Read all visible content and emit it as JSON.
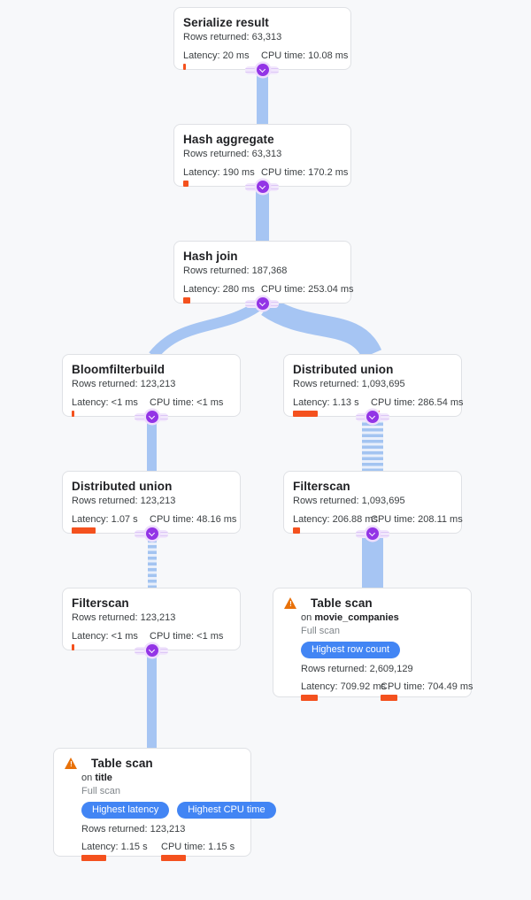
{
  "colors": {
    "background": "#f7f8fa",
    "edge_blue": "#a6c5f3",
    "node_purple": "#9334e6",
    "metric_bar_orange": "#f4511e",
    "badge_blue": "#4285f4",
    "warning_orange": "#e8710a"
  },
  "nodes": {
    "serialize": {
      "title": "Serialize result",
      "rows": "Rows returned: 63,313",
      "latency": "Latency: 20 ms",
      "cpu": "CPU time: 10.08 ms",
      "latency_bar": 3,
      "cpu_bar": 3
    },
    "hash_aggregate": {
      "title": "Hash aggregate",
      "rows": "Rows returned: 63,313",
      "latency": "Latency: 190 ms",
      "cpu": "CPU time: 170.2 ms",
      "latency_bar": 6,
      "cpu_bar": 6
    },
    "hash_join": {
      "title": "Hash join",
      "rows": "Rows returned: 187,368",
      "latency": "Latency: 280 ms",
      "cpu": "CPU time: 253.04 ms",
      "latency_bar": 8,
      "cpu_bar": 8
    },
    "bloomfilterbuild": {
      "title": "Bloomfilterbuild",
      "rows": "Rows returned: 123,213",
      "latency": "Latency: <1 ms",
      "cpu": "CPU time: <1 ms",
      "latency_bar": 3,
      "cpu_bar": 3
    },
    "dist_union_right": {
      "title": "Distributed union",
      "rows": "Rows returned: 1,093,695",
      "latency": "Latency: 1.13 s",
      "cpu": "CPU time: 286.54 ms",
      "latency_bar": 28,
      "cpu_bar": 10
    },
    "dist_union_left": {
      "title": "Distributed union",
      "rows": "Rows returned: 123,213",
      "latency": "Latency: 1.07 s",
      "cpu": "CPU time: 48.16 ms",
      "latency_bar": 27,
      "cpu_bar": 4
    },
    "filterscan_right": {
      "title": "Filterscan",
      "rows": "Rows returned: 1,093,695",
      "latency": "Latency: 206.88 ms",
      "cpu": "CPU time: 208.11 ms",
      "latency_bar": 8,
      "cpu_bar": 8
    },
    "filterscan_left": {
      "title": "Filterscan",
      "rows": "Rows returned: 123,213",
      "latency": "Latency: <1 ms",
      "cpu": "CPU time: <1 ms",
      "latency_bar": 3,
      "cpu_bar": 3
    },
    "tablescan_right": {
      "title": "Table scan",
      "on_prefix": "on",
      "table": "movie_companies",
      "scan_type": "Full scan",
      "badges": [
        "Highest row count"
      ],
      "rows": "Rows returned: 2,609,129",
      "latency": "Latency: 709.92 ms",
      "cpu": "CPU time: 704.49 ms",
      "latency_bar": 19,
      "cpu_bar": 19
    },
    "tablescan_left": {
      "title": "Table scan",
      "on_prefix": "on",
      "table": "title",
      "scan_type": "Full scan",
      "badges": [
        "Highest latency",
        "Highest CPU time"
      ],
      "rows": "Rows returned: 123,213",
      "latency": "Latency: 1.15 s",
      "cpu": "CPU time: 1.15 s",
      "latency_bar": 28,
      "cpu_bar": 28
    }
  }
}
